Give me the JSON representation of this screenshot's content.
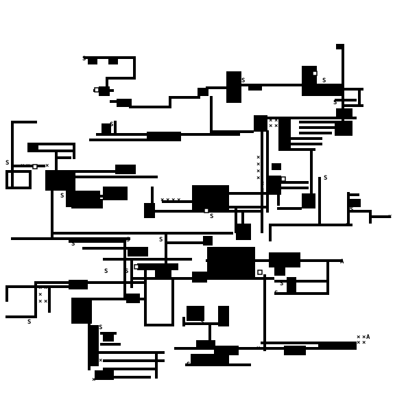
{
  "game": {
    "title": "",
    "colors": {
      "floor": "#ffffff",
      "wall": "#000000",
      "marker": "#000000"
    },
    "legend": {
      "start_glyph": "S",
      "exit_glyph": "A",
      "item_glyph": "×",
      "door_glyph": "□"
    },
    "markers": {
      "starts": [
        "S",
        "S",
        "S",
        "S",
        "S",
        "S",
        "S",
        "S",
        "S",
        "S",
        "S",
        "S",
        "S",
        "S",
        "S",
        "S",
        "S",
        "S",
        "S",
        "S",
        "S",
        "S",
        "S",
        "S"
      ],
      "exits": [
        "A",
        "A",
        "A"
      ]
    }
  }
}
